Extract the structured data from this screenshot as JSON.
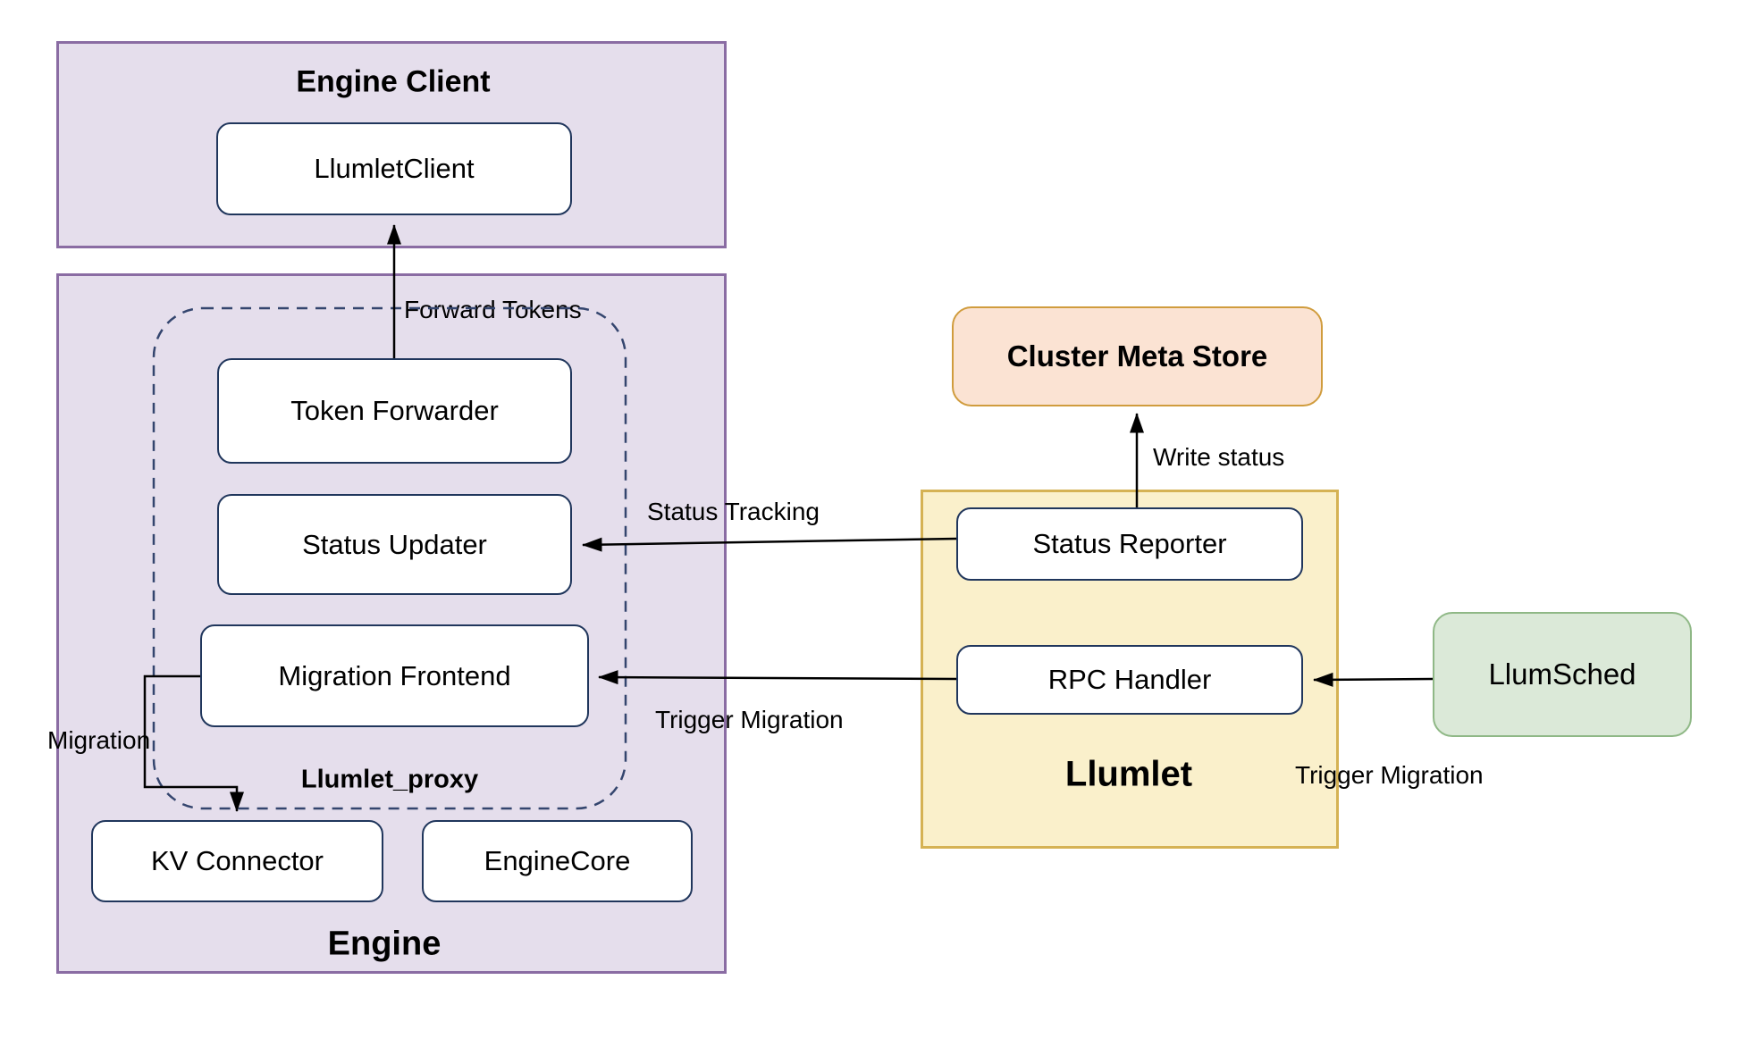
{
  "diagram": {
    "engine_client": {
      "title": "Engine Client",
      "llumlet_client": "LlumletClient"
    },
    "engine": {
      "title": "Engine",
      "llumlet_proxy_label": "Llumlet_proxy",
      "token_forwarder": "Token Forwarder",
      "status_updater": "Status Updater",
      "migration_frontend": "Migration Frontend",
      "kv_connector": "KV Connector",
      "engine_core": "EngineCore"
    },
    "llumlet": {
      "title": "Llumlet",
      "status_reporter": "Status Reporter",
      "rpc_handler": "RPC Handler"
    },
    "cluster_meta_store": "Cluster Meta Store",
    "llumsched": "LlumSched",
    "edges": {
      "forward_tokens": "Forward Tokens",
      "status_tracking": "Status Tracking",
      "write_status": "Write status",
      "trigger_migration": "Trigger Migration",
      "trigger_migration_sched": "Trigger Migration",
      "migration": "Migration"
    },
    "colors": {
      "purple_fill": "#E5DEEC",
      "purple_border": "#8A6CA3",
      "yellow_fill": "#FAF0CB",
      "yellow_border": "#D5B254",
      "peach_fill": "#FBE3D3",
      "peach_border": "#D09C3D",
      "green_fill": "#DBE9D8",
      "green_border": "#8FB886",
      "node_fill": "#FFFFFF",
      "node_border": "#20365C",
      "dashed_border": "#34456E",
      "arrow": "#000000",
      "text": "#000000"
    }
  }
}
